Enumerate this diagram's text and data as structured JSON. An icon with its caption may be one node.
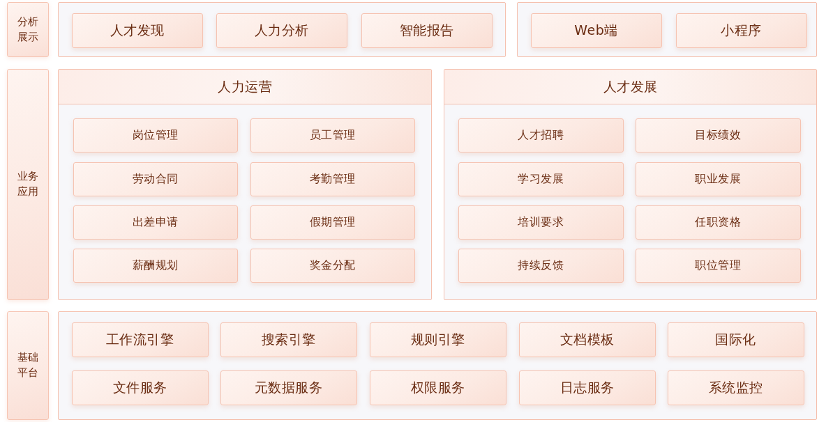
{
  "diagram": {
    "nodes": [
      {
        "text": [
          "分析展示"
        ]
      },
      {
        "text": [],
        "shape": "box"
      },
      {
        "text": [
          "人才发现"
        ],
        "in": 1
      },
      {
        "text": [
          "人力分析"
        ],
        "in": 1
      },
      {
        "text": [
          "智能报告"
        ],
        "in": 1
      },
      {
        "text": [],
        "shape": "box"
      },
      {
        "text": [
          "Web端"
        ],
        "in": 5
      },
      {
        "text": [
          "小程序"
        ],
        "in": 5
      },
      {
        "text": [
          "业务应用"
        ]
      },
      {
        "text": [
          "人力运营"
        ]
      },
      {
        "text": [
          "岗位管理"
        ],
        "in": 9
      },
      {
        "text": [
          "员工管理"
        ],
        "in": 9
      },
      {
        "text": [
          "劳动合同"
        ],
        "in": 9
      },
      {
        "text": [
          "考勤管理"
        ],
        "in": 9
      },
      {
        "text": [
          "出差申请"
        ],
        "in": 9
      },
      {
        "text": [
          "假期管理"
        ],
        "in": 9
      },
      {
        "text": [
          "薪酬规划"
        ],
        "in": 9
      },
      {
        "text": [
          "奖金分配"
        ],
        "in": 9
      },
      {
        "text": [
          "人才发展"
        ]
      },
      {
        "text": [
          "人才招聘"
        ],
        "in": 18
      },
      {
        "text": [
          "目标绩效"
        ],
        "in": 18
      },
      {
        "text": [
          "学习发展"
        ],
        "in": 18
      },
      {
        "text": [
          "职业发展"
        ],
        "in": 18
      },
      {
        "text": [
          "培训要求"
        ],
        "in": 18
      },
      {
        "text": [
          "任职资格"
        ],
        "in": 18
      },
      {
        "text": [
          "持续反馈"
        ],
        "in": 18
      },
      {
        "text": [
          "职位管理"
        ],
        "in": 18
      },
      {
        "text": [
          "基础平台"
        ]
      },
      {
        "text": [],
        "shape": "box"
      },
      {
        "text": [
          "工作流引擎"
        ],
        "in": 28
      },
      {
        "text": [
          "搜索引擎"
        ],
        "in": 28
      },
      {
        "text": [
          "规则引擎"
        ],
        "in": 28
      },
      {
        "text": [
          "文档模板"
        ],
        "in": 28
      },
      {
        "text": [
          "国际化"
        ],
        "in": 28
      },
      {
        "text": [
          "文件服务"
        ],
        "in": 28
      },
      {
        "text": [
          "元数据服务"
        ],
        "in": 28
      },
      {
        "text": [
          "权限服务"
        ],
        "in": 28
      },
      {
        "text": [
          "日志服务"
        ],
        "in": 28
      },
      {
        "text": [
          "系统监控"
        ],
        "in": 28
      }
    ]
  }
}
